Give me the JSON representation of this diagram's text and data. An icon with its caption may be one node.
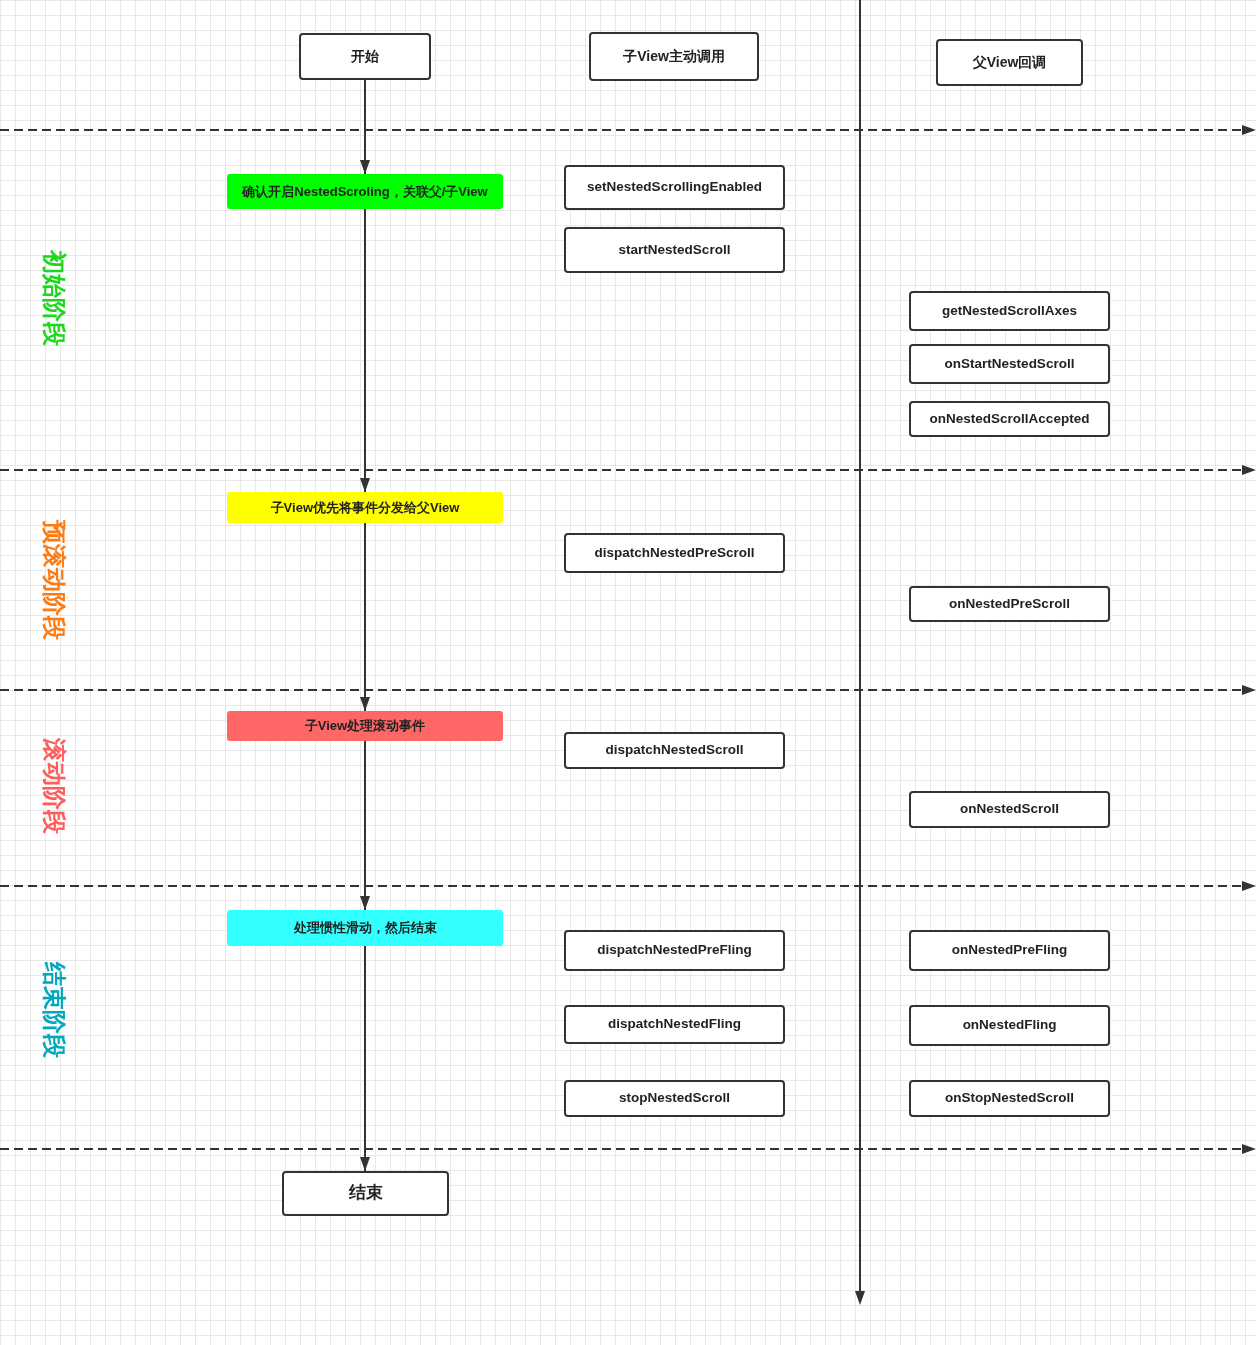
{
  "diagram": {
    "nodes": [
      {
        "text": [
          "开始"
        ]
      },
      {
        "text": [
          "子View主动调用"
        ]
      },
      {
        "text": [
          "父View回调"
        ]
      },
      {
        "text": [
          "确认开启NestedScroling，关联父/子View"
        ]
      },
      {
        "text": [
          "setNestedScrollingEnabled"
        ]
      },
      {
        "text": [
          "startNestedScroll"
        ]
      },
      {
        "text": [
          "getNestedScrollAxes"
        ]
      },
      {
        "text": [
          "onStartNestedScroll"
        ]
      },
      {
        "text": [
          "onNestedScrollAccepted"
        ]
      },
      {
        "text": [
          "子View优先将事件分发给父View"
        ]
      },
      {
        "text": [
          "dispatchNestedPreScroll"
        ]
      },
      {
        "text": [
          "onNestedPreScroll"
        ]
      },
      {
        "text": [
          "子View处理滚动事件"
        ]
      },
      {
        "text": [
          "dispatchNestedScroll"
        ]
      },
      {
        "text": [
          "onNestedScroll"
        ]
      },
      {
        "text": [
          "处理惯性滑动，然后结束"
        ]
      },
      {
        "text": [
          "dispatchNestedPreFling"
        ]
      },
      {
        "text": [
          "onNestedPreFling"
        ]
      },
      {
        "text": [
          "dispatchNestedFling"
        ]
      },
      {
        "text": [
          "onNestedFling"
        ]
      },
      {
        "text": [
          "stopNestedScroll"
        ]
      },
      {
        "text": [
          "onStopNestedScroll"
        ]
      },
      {
        "text": [
          "结束"
        ]
      }
    ],
    "edges": [
      {
        "from": 0,
        "to": 3,
        "arrow": "to"
      },
      {
        "from": 3,
        "to": 9,
        "arrow": "to"
      },
      {
        "from": 9,
        "to": 12,
        "arrow": "to"
      },
      {
        "from": 12,
        "to": 15,
        "arrow": "to"
      },
      {
        "from": 15,
        "to": 22,
        "arrow": "to"
      }
    ],
    "labels": [
      "初始阶段",
      "预滚动阶段",
      "滚动阶段",
      "结束阶段"
    ]
  }
}
